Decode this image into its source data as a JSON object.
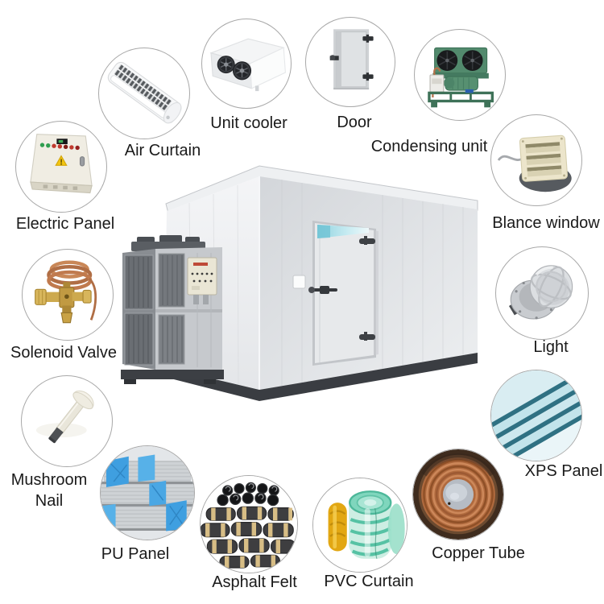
{
  "diagram_title": "",
  "items": [
    {
      "id": "air-curtain",
      "label": "Air Curtain"
    },
    {
      "id": "unit-cooler",
      "label": "Unit cooler"
    },
    {
      "id": "door",
      "label": "Door"
    },
    {
      "id": "condensing-unit",
      "label": "Condensing unit"
    },
    {
      "id": "electric-panel",
      "label": "Electric Panel"
    },
    {
      "id": "blance-window",
      "label": "Blance window"
    },
    {
      "id": "solenoid-valve",
      "label": "Solenoid Valve"
    },
    {
      "id": "light",
      "label": "Light"
    },
    {
      "id": "mushroom-nail",
      "label": "Mushroom Nail",
      "label_line1": "Mushroom",
      "label_line2": "Nail"
    },
    {
      "id": "xps-panel",
      "label": "XPS Panel"
    },
    {
      "id": "pu-panel",
      "label": "PU Panel"
    },
    {
      "id": "copper-tube",
      "label": "Copper Tube"
    },
    {
      "id": "asphalt-felt",
      "label": "Asphalt Felt"
    },
    {
      "id": "pvc-curtain",
      "label": "PVC Curtain"
    }
  ],
  "center_illustration": {
    "name": "cold storage room with chiller unit and insulated door"
  },
  "styles": {
    "label_color": "#1a1a1a",
    "circle_border_color": "#a8a8a8",
    "background": "#ffffff"
  }
}
